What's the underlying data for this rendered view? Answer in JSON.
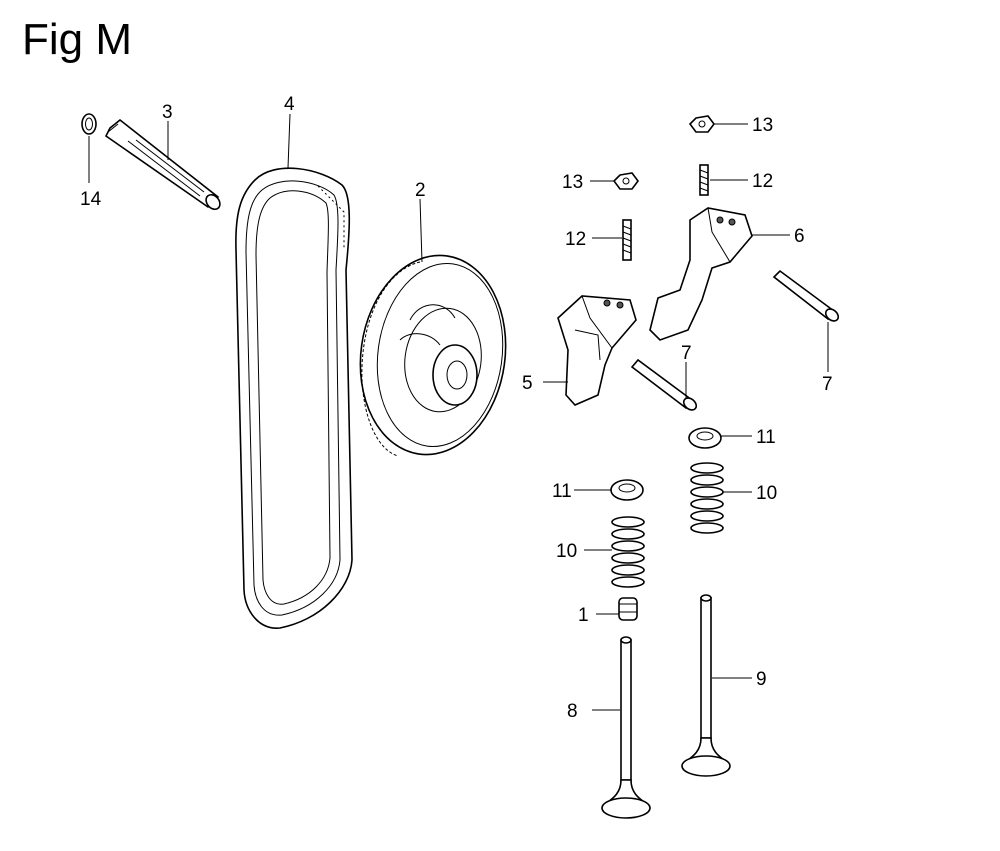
{
  "figure": {
    "title": "Fig M"
  },
  "callouts": [
    {
      "id": "c1",
      "label": "1",
      "part": "collar"
    },
    {
      "id": "c2",
      "label": "2",
      "part": "cam-pulley"
    },
    {
      "id": "c3",
      "label": "3",
      "part": "shaft"
    },
    {
      "id": "c4",
      "label": "4",
      "part": "timing-belt"
    },
    {
      "id": "c5",
      "label": "5",
      "part": "rocker-arm"
    },
    {
      "id": "c6",
      "label": "6",
      "part": "rocker-arm"
    },
    {
      "id": "c7a",
      "label": "7",
      "part": "pin"
    },
    {
      "id": "c7b",
      "label": "7",
      "part": "pin"
    },
    {
      "id": "c8",
      "label": "8",
      "part": "valve"
    },
    {
      "id": "c9",
      "label": "9",
      "part": "valve"
    },
    {
      "id": "c10a",
      "label": "10",
      "part": "valve-spring"
    },
    {
      "id": "c10b",
      "label": "10",
      "part": "valve-spring"
    },
    {
      "id": "c11a",
      "label": "11",
      "part": "spring-retainer"
    },
    {
      "id": "c11b",
      "label": "11",
      "part": "spring-retainer"
    },
    {
      "id": "c12a",
      "label": "12",
      "part": "adjusting-screw"
    },
    {
      "id": "c12b",
      "label": "12",
      "part": "adjusting-screw"
    },
    {
      "id": "c13a",
      "label": "13",
      "part": "nut"
    },
    {
      "id": "c13b",
      "label": "13",
      "part": "nut"
    },
    {
      "id": "c14",
      "label": "14",
      "part": "washer"
    }
  ]
}
